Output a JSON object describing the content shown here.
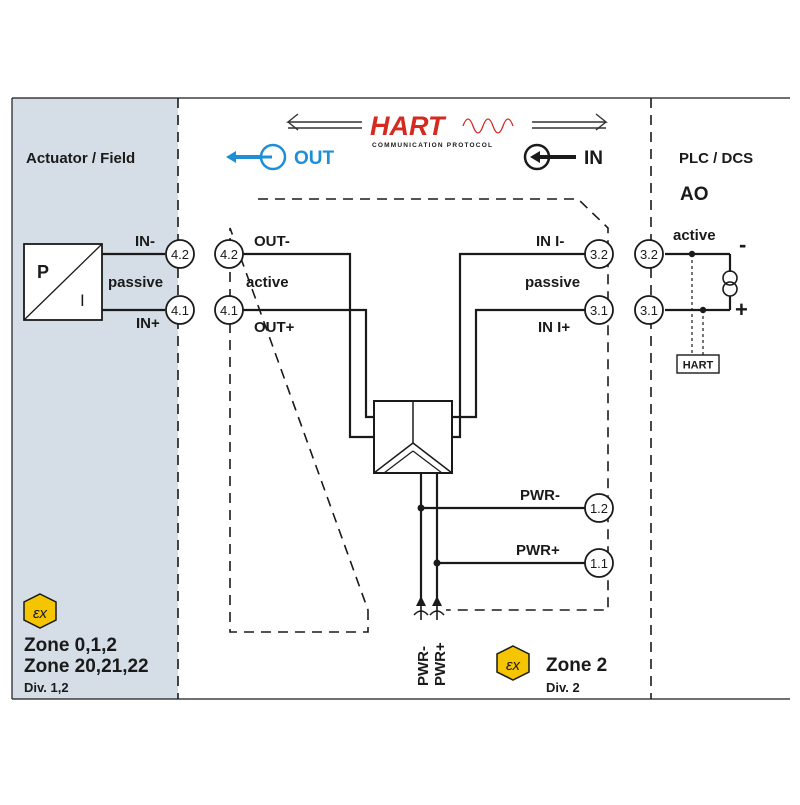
{
  "zones": {
    "left_title": "Actuator / Field",
    "right_title": "PLC / DCS",
    "ao": "AO",
    "zone_a_line1": "Zone 0,1,2",
    "zone_a_line2": "Zone 20,21,22",
    "zone_a_div": "Div. 1,2",
    "zone_b": "Zone 2",
    "zone_b_div": "Div. 2"
  },
  "hart": {
    "logo": "HART",
    "subtitle": "COMMUNICATION PROTOCOL",
    "out_label": "OUT",
    "in_label": "IN",
    "box_label": "HART"
  },
  "actuator": {
    "p": "P",
    "i": "I",
    "in_minus": "IN-",
    "passive": "passive",
    "in_plus": "IN+"
  },
  "device": {
    "out_minus": "OUT-",
    "active_left": "active",
    "out_plus": "OUT+",
    "in_i_minus": "IN I-",
    "passive_right": "passive",
    "in_i_plus": "IN I+",
    "pwr_minus": "PWR-",
    "pwr_plus": "PWR+",
    "pwr_minus_v": "PWR-",
    "pwr_plus_v": "PWR+"
  },
  "plc": {
    "active": "active",
    "minus": "-",
    "plus": "+"
  },
  "terminals": {
    "t42_left": "4.2",
    "t41_left": "4.1",
    "t42_dev": "4.2",
    "t41_dev": "4.1",
    "t32_dev": "3.2",
    "t31_dev": "3.1",
    "t12": "1.2",
    "t11": "1.1",
    "t32_plc": "3.2",
    "t31_plc": "3.1"
  },
  "colors": {
    "field_bg": "#d5dee6",
    "out_blue": "#1e8fd6",
    "hart_red": "#d42a20",
    "ex_yellow": "#f4c500",
    "line": "#1a1a1a"
  },
  "icons": {
    "out": "arrow-left-circle-icon",
    "in": "arrow-left-circle-icon",
    "ex": "ex-hazard-icon",
    "current_source": "current-source-icon"
  }
}
